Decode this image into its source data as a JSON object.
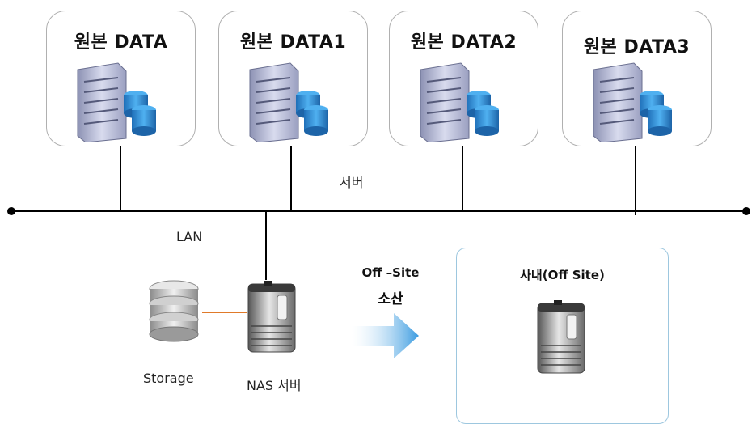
{
  "servers": [
    {
      "title": "원본 DATA"
    },
    {
      "title": "원본 DATA1"
    },
    {
      "title": "원본 DATA2"
    },
    {
      "title": "원본 DATA3"
    }
  ],
  "network": {
    "server_label": "서버",
    "lan_label": "LAN"
  },
  "storage": {
    "label": "Storage"
  },
  "nas": {
    "label": "NAS 서버"
  },
  "transfer": {
    "line1": "Off –Site",
    "line2": "소산"
  },
  "offsite": {
    "title": "사내(Off Site)"
  },
  "colors": {
    "server_body": "#b8bcd6",
    "disk_blue": "#2f8fd6",
    "arrow": "#3a9be0",
    "offsite_border": "#9dc7df",
    "link": "#e07a2a"
  }
}
